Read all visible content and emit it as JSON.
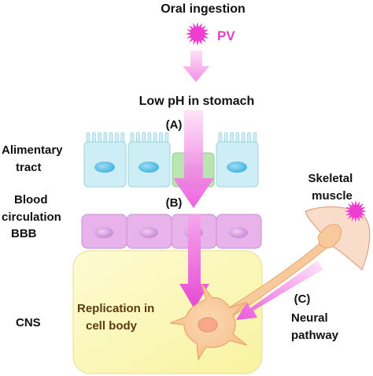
{
  "steps": {
    "oral_ingestion": "Oral ingestion",
    "low_ph": "Low pH in stomach"
  },
  "virus": {
    "label": "PV",
    "color": "#ee3ecf"
  },
  "route_labels": {
    "a": "(A)",
    "b": "(B)",
    "c": "(C)"
  },
  "tissues": {
    "alimentary_tract": [
      "Alimentary",
      "tract"
    ],
    "blood_circulation": [
      "Blood",
      "circulation"
    ],
    "bbb": "BBB",
    "cns": "CNS",
    "skeletal_muscle": [
      "Skeletal",
      "muscle"
    ]
  },
  "cns": {
    "site_label": [
      "Replication in",
      "cell body"
    ]
  },
  "neural_pathway": [
    "Neural",
    "pathway"
  ],
  "colors": {
    "arrow": "#f06be0",
    "arrow_light": "#fbc8f1",
    "epithelium": "#cdeef4",
    "epithelium_nucleus": "#5cc0e4",
    "infected_cell": "#b9e6b0",
    "bbb_cell": "#e7b3ea",
    "bbb_nucleus": "#cf8fd8",
    "cns_background": "#fbf8b3",
    "neuron": "#f8c99a",
    "muscle": "#f9dcc9"
  }
}
